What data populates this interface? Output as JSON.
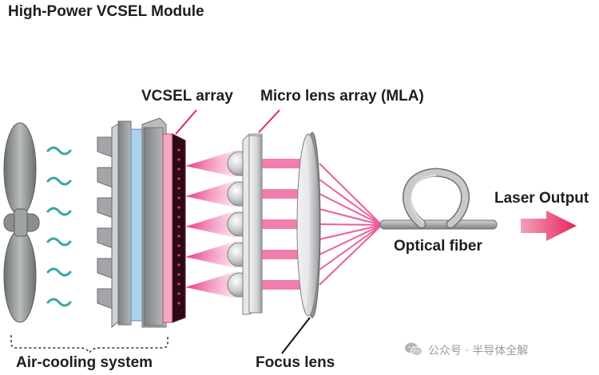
{
  "title": "High-Power VCSEL Module",
  "labels": {
    "vcsel_array": "VCSEL array",
    "micro_lens_array": "Micro lens array (MLA)",
    "laser_output": "Laser Output",
    "optical_fiber": "Optical fiber",
    "air_cooling": "Air-cooling system",
    "focus_lens": "Focus lens"
  },
  "watermark": "公众号 · 半导体全解",
  "colors": {
    "accent": "#e4235c",
    "beam": "#f05a95",
    "heatsink": "#8f9195",
    "cooler_blue": "#a9d2ee",
    "airflow": "#3aa6a6"
  },
  "icons": [
    "fan-icon",
    "airflow-icon",
    "heat-sink-icon",
    "vcsel-chip-icon",
    "microlens-icon",
    "focus-lens-icon",
    "fiber-loop-icon",
    "output-arrow-icon",
    "wechat-icon"
  ]
}
